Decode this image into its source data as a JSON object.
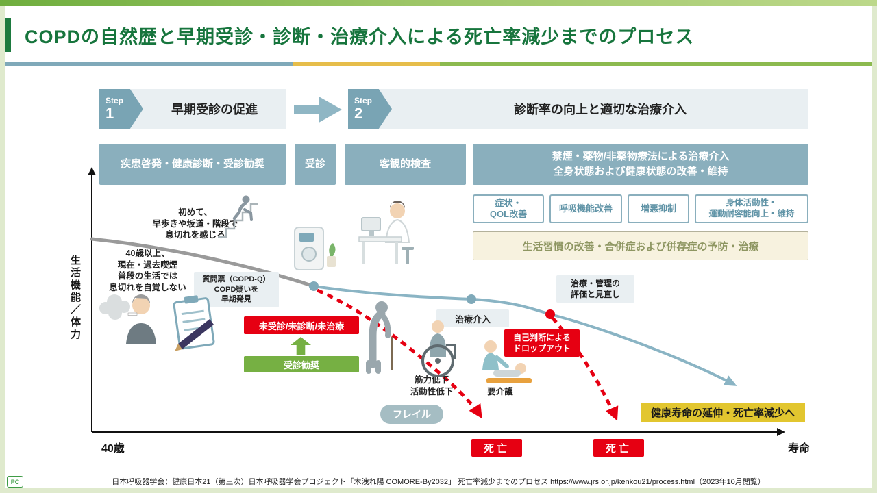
{
  "colors": {
    "title_green": "#17753d",
    "process_blue": "#8aafbd",
    "step_chevron_blue": "#79a4b4",
    "light_panel": "#e9eff2",
    "alert_red": "#e60012",
    "action_green": "#76b043",
    "highlight_yellow": "#e2c62f",
    "lifestyle_beige": "#f7f2df",
    "curve_gray": "#9a9a9a",
    "curve_blue": "#8ab4c4",
    "frail_gray": "#a5bdc3"
  },
  "header": {
    "title": "COPDの自然歴と早期受診・診断・治療介入による死亡率減少までのプロセス"
  },
  "steps": [
    {
      "step_label": "Step",
      "step_number": "1",
      "title": "早期受診の促進"
    },
    {
      "step_label": "Step",
      "step_number": "2",
      "title": "診断率の向上と適切な治療介入"
    }
  ],
  "process": {
    "awareness": "疾患啓発・健康診断・受診勧奨",
    "visit": "受診",
    "examination": "客観的検査",
    "treatment_line1": "禁煙・薬物/非薬物療法による治療介入",
    "treatment_line2": "全身状態および健康状態の改善・維持",
    "outcomes": [
      "症状・\nQOL改善",
      "呼吸機能改善",
      "増悪抑制",
      "身体活動性・\n運動耐容能向上・維持"
    ],
    "lifestyle": "生活習慣の改善・合併症および併存症の予防・治療"
  },
  "axis": {
    "y_label": "生活機能／体力",
    "x_start": "40歳",
    "x_end": "寿命"
  },
  "annotations": {
    "first_symptom": "初めて、\n早歩きや坂道・階段で\n息切れを感じる",
    "smoker_note": "40歳以上、\n現在・過去喫煙\n普段の生活では\n息切れを自覚しない",
    "questionnaire": "質問票（COPD-Q）\nCOPD疑いを\n早期発見",
    "untreated": "未受診/未診断/未治療",
    "encourage": "受診勧奨",
    "intervention": "治療介入",
    "review": "治療・管理の\n評価と見直し",
    "dropout": "自己判断による\nドロップアウト",
    "muscle_decline": "筋力低下\n活動性低下",
    "care_needed": "要介護",
    "frailty": "フレイル",
    "healthy_life": "健康寿命の延伸・死亡率減少へ",
    "death_1": "死亡",
    "death_2": "死亡"
  },
  "footer": {
    "citation": "日本呼吸器学会：健康日本21（第三次）日本呼吸器学会プロジェクト「木洩れ陽 COMORE-By2032」 死亡率減少までのプロセス https://www.jrs.or.jp/kenkou21/process.html（2023年10月閲覧）",
    "logo": "PC"
  }
}
